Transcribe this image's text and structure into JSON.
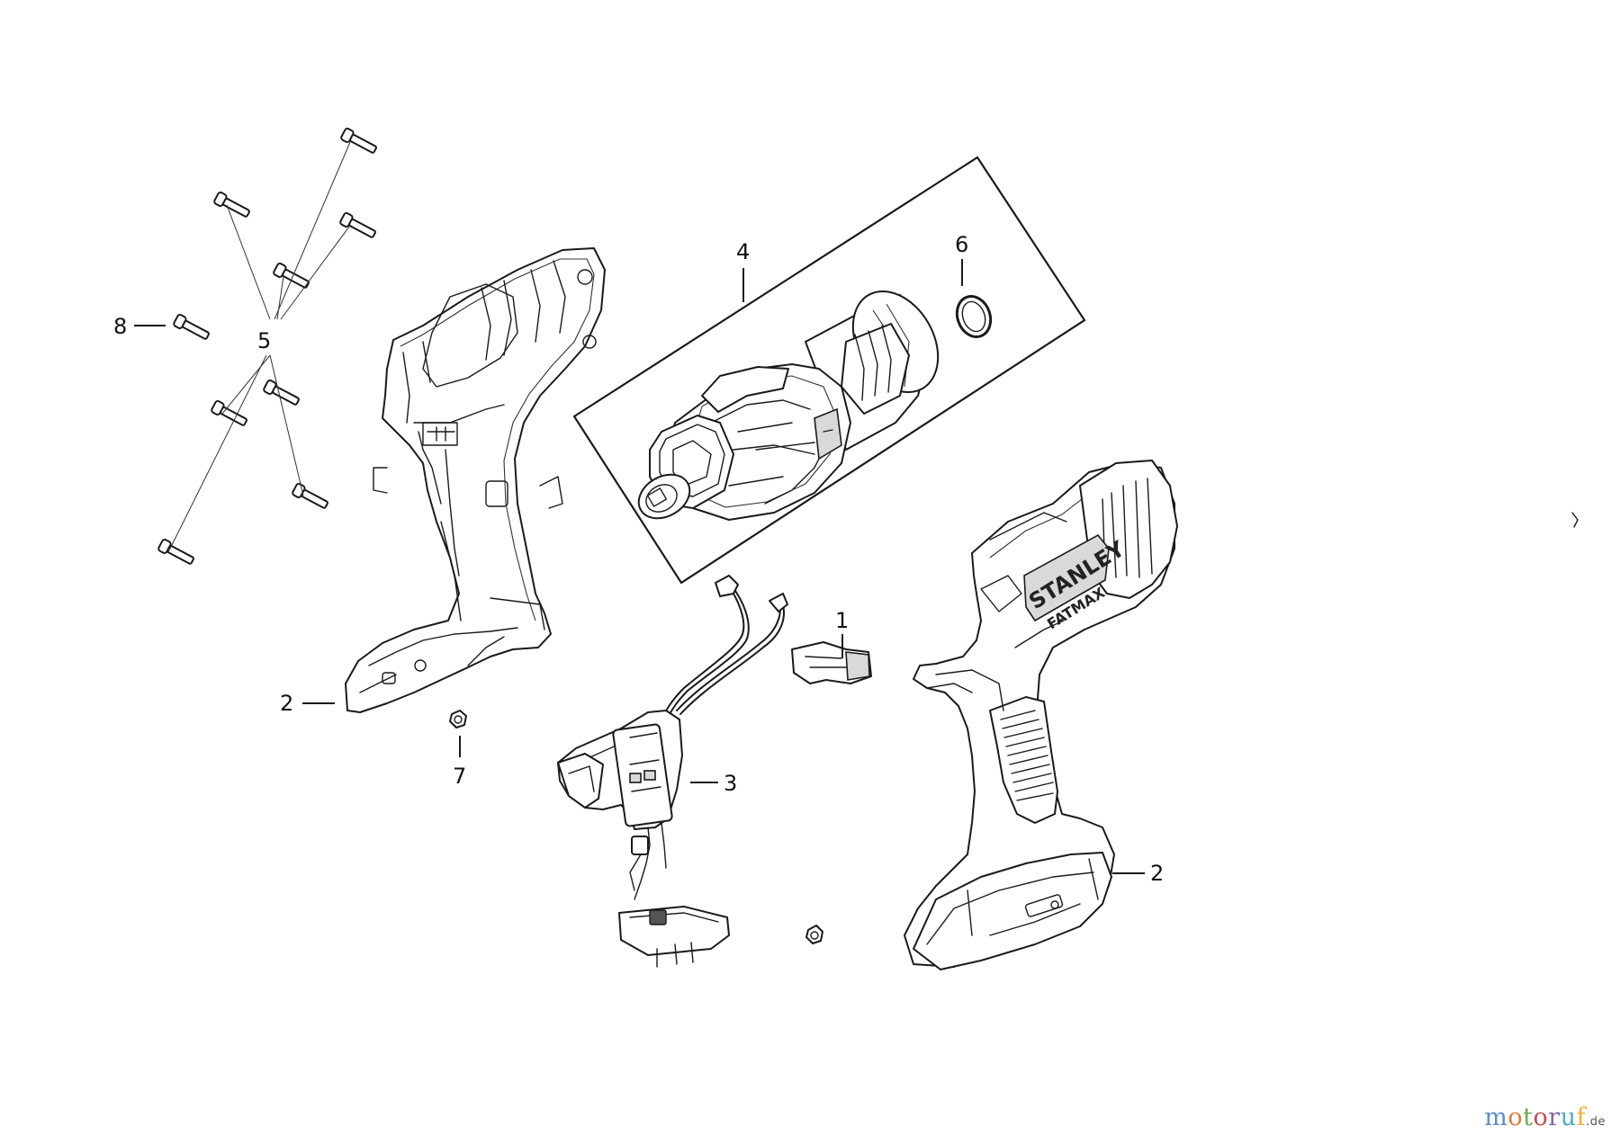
{
  "callouts": {
    "c1": "1",
    "c2a": "2",
    "c2b": "2",
    "c3": "3",
    "c4": "4",
    "c5": "5",
    "c6": "6",
    "c7": "7",
    "c8": "8"
  },
  "brand_marks": {
    "stanley": "STANLEY",
    "fatmax": "FATMAX"
  },
  "watermark": {
    "letters": [
      "m",
      "o",
      "t",
      "o",
      "r",
      "u",
      "f"
    ],
    "letter_colors": [
      "#5b8ec9",
      "#e07b39",
      "#6aa84f",
      "#c0504d",
      "#8064a2",
      "#4bacc6",
      "#f2b134"
    ],
    "suffix": ".de"
  }
}
